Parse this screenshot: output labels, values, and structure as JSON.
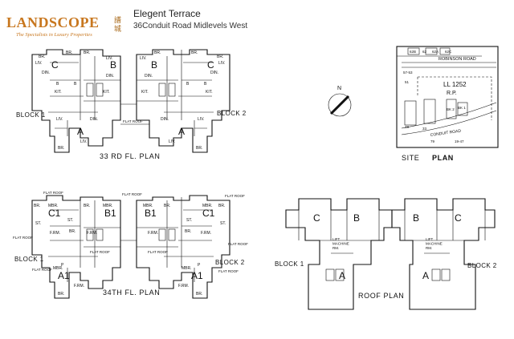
{
  "header": {
    "logo_text": "LANDSCOPE",
    "logo_tagline": "The Specialists in Luxury Properties",
    "logo_cjk": "譜城",
    "title": "Elegent Terrace",
    "address": "36Conduit Road Midlevels West"
  },
  "plan_33rd": {
    "caption": "33 RD  FL.  PLAN",
    "block_left": "BLOCK  1",
    "block_right": "BLOCK  2",
    "units": [
      "C",
      "B",
      "B",
      "C",
      "A",
      "A"
    ],
    "rooms": [
      "BR.",
      "BR.",
      "BR.",
      "BR.",
      "BR.",
      "BR.",
      "LIV.",
      "LIV.",
      "LIV.",
      "LIV.",
      "DIN.",
      "DIN.",
      "DIN.",
      "DIN.",
      "KIT.",
      "KIT.",
      "KIT.",
      "KIT.",
      "DIN.",
      "DIN.",
      "LIV.",
      "LIV.",
      "LIV.",
      "LIV.",
      "BR.",
      "BR.",
      "B",
      "B",
      "B",
      "B"
    ],
    "flat_roof": "FLAT ROOF"
  },
  "plan_34th": {
    "caption": "34TH  FL.  PLAN",
    "block_left": "BLOCK  1",
    "block_right": "BLOCK  2",
    "units": [
      "C1",
      "B1",
      "B1",
      "C1",
      "A1",
      "A1"
    ],
    "flat_roofs": [
      "FLAT ROOF",
      "FLAT ROOF",
      "FLAT ROOF",
      "FLAT ROOF",
      "FLAT ROOF",
      "FLAT ROOF",
      "FLAT ROOF",
      "FLAT ROOF",
      "FLAT ROOF"
    ],
    "rooms": [
      "MBR.",
      "MBR.",
      "MBR.",
      "MBR.",
      "MBR.",
      "MBR.",
      "BR.",
      "BR.",
      "BR.",
      "BR.",
      "BR.",
      "BR.",
      "BR.",
      "BR.",
      "ST.",
      "ST.",
      "ST.",
      "ST.",
      "F.RM.",
      "F.RM.",
      "F.RM.",
      "F.RM.",
      "F.RM.",
      "F.RM.",
      "P",
      "P"
    ]
  },
  "plan_roof": {
    "caption": "ROOF  PLAN",
    "block_left": "BLOCK  1",
    "block_right": "BLOCK  2",
    "units": [
      "C",
      "B",
      "B",
      "C",
      "A",
      "A"
    ],
    "machine_rooms": [
      "LIFT\nMACHINE\nRM.",
      "LIFT\nMACHINE\nRM."
    ]
  },
  "site_plan": {
    "caption_a": "SITE",
    "caption_b": "PLAN",
    "lot": "LL 1252",
    "lot_sub": "R.P.",
    "road_top": "ROBINSON  ROAD",
    "road_bottom": "CONDUIT  ROAD",
    "numbers": [
      "62B",
      "62",
      "62A",
      "62C",
      "57-53",
      "51",
      "48",
      "33",
      "79",
      "19-47",
      "BK 2",
      "BK 1"
    ]
  },
  "north_arrow": {
    "label": "N"
  }
}
